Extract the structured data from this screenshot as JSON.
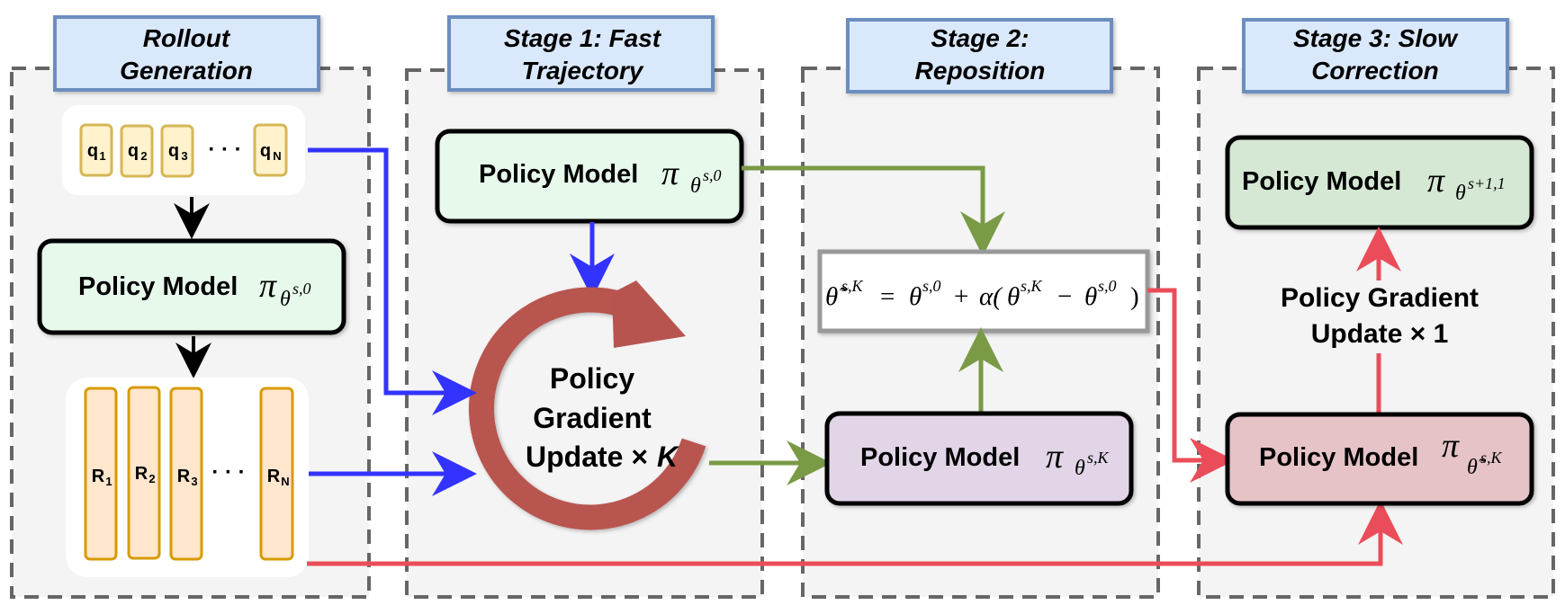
{
  "colors": {
    "panel_bg": "#f4f4f4",
    "panel_border": "#666666",
    "title_bg": "#dae8fc",
    "title_border": "#6c8ebf",
    "token_bg": "#fff2cc",
    "token_border": "#d6b656",
    "response_bg": "#ffe6cc",
    "response_border": "#d79b00",
    "model_green_light": "#e6f9ea",
    "model_purple": "#e1d5e7",
    "model_pink": "#e6c3c7",
    "model_green": "#d5e8d4",
    "loop_arrow": "#b85450",
    "arrow_blue": "#3333ff",
    "arrow_green": "#7a9a46",
    "arrow_red": "#ea4d59",
    "arrow_black": "#000000"
  },
  "panels": [
    {
      "id": "rollout",
      "title_lines": [
        "Rollout",
        "Generation"
      ]
    },
    {
      "id": "stage1",
      "title_lines": [
        "Stage 1: Fast",
        "Trajectory"
      ]
    },
    {
      "id": "stage2",
      "title_lines": [
        "Stage 2:",
        "Reposition"
      ]
    },
    {
      "id": "stage3",
      "title_lines": [
        "Stage 3: Slow",
        "Correction"
      ]
    }
  ],
  "rollout": {
    "queries": [
      {
        "base": "q",
        "sub": "1"
      },
      {
        "base": "q",
        "sub": "2"
      },
      {
        "base": "q",
        "sub": "3"
      },
      {
        "base": "q",
        "sub": "N"
      }
    ],
    "ellipsis": "· · ·",
    "responses": [
      {
        "base": "R",
        "sub": "1"
      },
      {
        "base": "R",
        "sub": "2"
      },
      {
        "base": "R",
        "sub": "3"
      },
      {
        "base": "R",
        "sub": "N"
      }
    ],
    "model": {
      "label": "Policy Model",
      "pi": "π",
      "sub_base": "θ",
      "sub_sup": "s,0"
    }
  },
  "stage1": {
    "model": {
      "label": "Policy Model",
      "pi": "π",
      "sub_base": "θ",
      "sub_sup": "s,0"
    },
    "loop_text": [
      "Policy",
      "Gradient",
      "Update × "
    ],
    "loop_k": "K"
  },
  "stage2": {
    "formula": {
      "lhs_base": "θ̃",
      "lhs_sup": "s,K",
      "eq": "=",
      "t1_base": "θ",
      "t1_sup": "s,0",
      "plus": "+",
      "alpha": "α(",
      "t2_base": "θ",
      "t2_sup": "s,K",
      "minus": "−",
      "t3_base": "θ",
      "t3_sup": "s,0",
      "close": ")"
    },
    "model": {
      "label": "Policy Model",
      "pi": "π",
      "sub_base": "θ",
      "sub_sup": "s,K"
    }
  },
  "stage3": {
    "top_model": {
      "label": "Policy Model",
      "pi": "π",
      "sub_base": "θ",
      "sub_sup": "s+1,1"
    },
    "update_text": [
      "Policy Gradient",
      "Update × 1"
    ],
    "bottom_model": {
      "label": "Policy Model",
      "pi": "π",
      "sub_base": "θ̃",
      "sub_sup": "s,K"
    }
  }
}
